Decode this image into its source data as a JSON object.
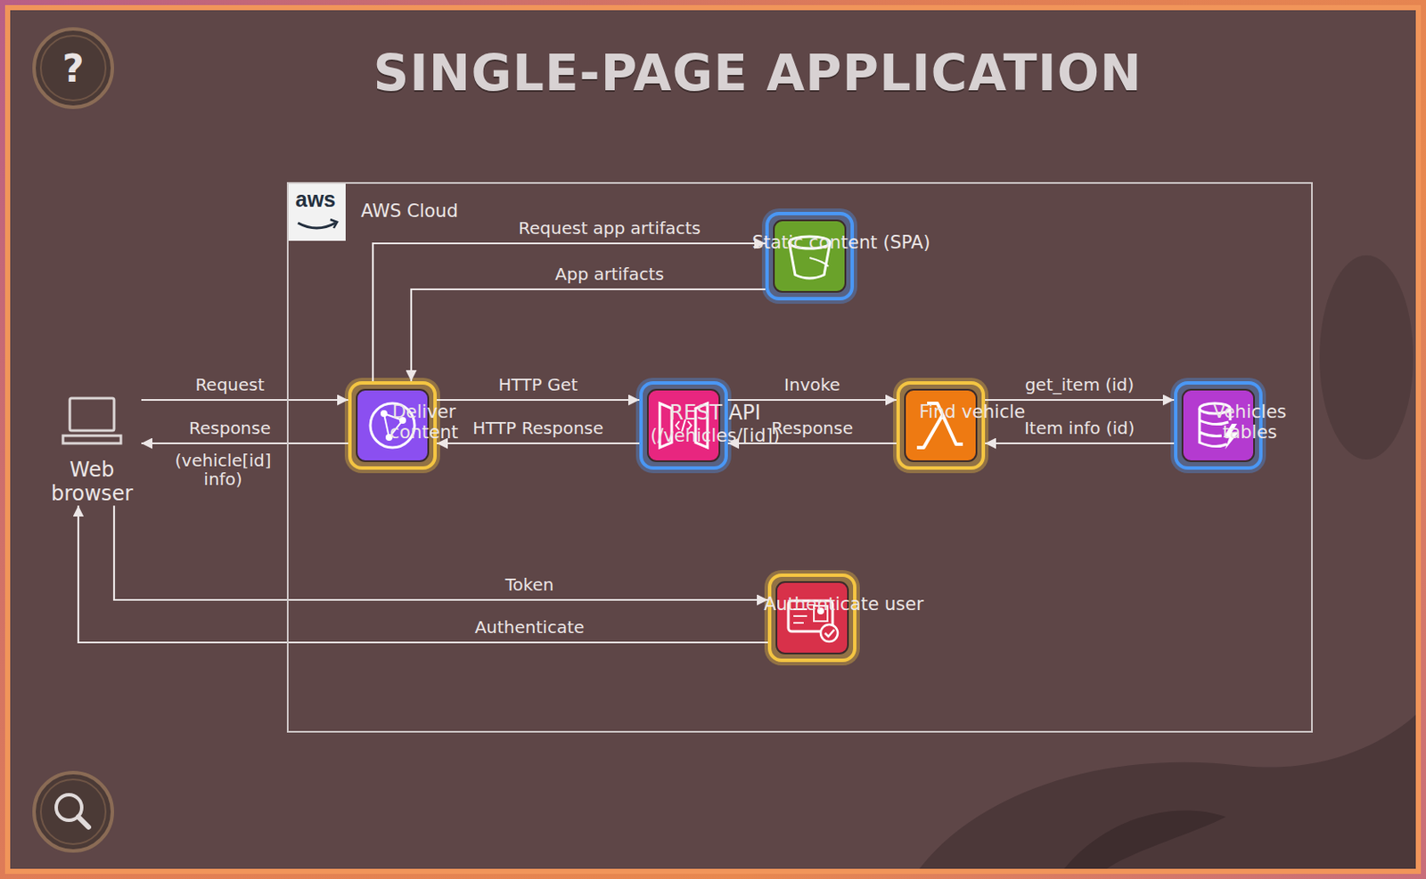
{
  "diagram": {
    "title": "SINGLE-PAGE APPLICATION",
    "nodes": [
      {
        "text": [
          "Web browser"
        ]
      },
      {
        "text": [
          "AWS Cloud"
        ]
      },
      {
        "text": [
          "Deliver content"
        ],
        "in": 1
      },
      {
        "text": [
          "Static content (SPA)"
        ],
        "in": 1
      },
      {
        "text": [
          "REST API",
          "(/vehicles/[id])"
        ],
        "in": 1
      },
      {
        "text": [
          "Find vehicle"
        ],
        "in": 1
      },
      {
        "text": [
          "Vehicles tables"
        ],
        "in": 1
      },
      {
        "text": [
          "Authenticate user"
        ],
        "in": 1
      }
    ],
    "edges": [
      {
        "from": 0,
        "to": 2,
        "label": "Request",
        "arrow": "to"
      },
      {
        "from": 2,
        "to": 0,
        "label": "Response",
        "arrow": "to"
      },
      {
        "from": 2,
        "to": 3,
        "label": "Request app artifacts",
        "arrow": "to"
      },
      {
        "from": 3,
        "to": 2,
        "label": "App artifacts",
        "arrow": "to"
      },
      {
        "from": 2,
        "to": 4,
        "label": "HTTP Get",
        "arrow": "to"
      },
      {
        "from": 4,
        "to": 2,
        "label": "HTTP Response",
        "arrow": "to"
      },
      {
        "from": 4,
        "to": 5,
        "label": "Invoke",
        "arrow": "to"
      },
      {
        "from": 5,
        "to": 4,
        "label": "Response",
        "arrow": "to"
      },
      {
        "from": 5,
        "to": 6,
        "label": "get_item (id)",
        "arrow": "to"
      },
      {
        "from": 6,
        "to": 5,
        "label": "Item info (id)",
        "arrow": "to"
      },
      {
        "from": 0,
        "to": 7,
        "label": "Token",
        "arrow": "to"
      },
      {
        "from": 7,
        "to": 0,
        "label": "Authenticate",
        "arrow": "to"
      }
    ],
    "labels": [
      "?",
      "aws",
      "(vehicle[id] info)"
    ]
  }
}
